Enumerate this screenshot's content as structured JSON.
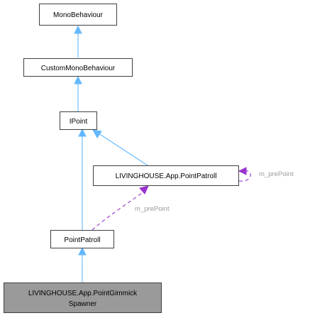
{
  "diagram": {
    "nodes": {
      "mono_behaviour": "MonoBehaviour",
      "custom_mono_behaviour": "CustomMonoBehaviour",
      "ipoint": "IPoint",
      "app_point_patroll": "LIVINGHOUSE.App.PointPatroll",
      "point_patroll": "PointPatroll",
      "point_gimmick_spawner_line1": "LIVINGHOUSE.App.PointGimmick",
      "point_gimmick_spawner_line2": "Spawner"
    },
    "edge_labels": {
      "self_pre_point": "m_prePoint",
      "pre_point": "m_prePoint"
    },
    "colors": {
      "inheritance": "#63b8ff",
      "usage": "#9a32cd",
      "highlight_fill": "#9a9a9a",
      "box_border": "#404040",
      "edge_label": "#9a9a9a"
    }
  }
}
